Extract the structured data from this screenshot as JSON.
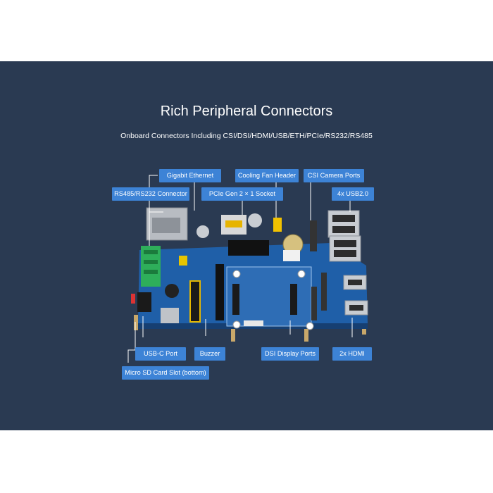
{
  "heading": {
    "title": "Rich Peripheral Connectors",
    "subtitle": "Onboard Connectors Including CSI/DSI/HDMI/USB/ETH/PCIe/RS232/RS485"
  },
  "callouts": {
    "gigabit_ethernet": "Gigabit Ethernet",
    "cooling_fan_header": "Cooling Fan Header",
    "csi_camera_ports": "CSI Camera Ports",
    "rs485_rs232": "RS485/RS232 Connector",
    "pcie_socket": "PCIe Gen 2 × 1 Socket",
    "usb20": "4x USB2.0",
    "usb_c": "USB-C Port",
    "buzzer": "Buzzer",
    "dsi_display": "DSI Display Ports",
    "hdmi": "2x HDMI",
    "micro_sd": "Micro SD Card Slot (bottom)"
  },
  "colors": {
    "panel_background": "#2a3a52",
    "callout_fill": "#3d83d6",
    "board_pcb": "#1f5fa8"
  }
}
